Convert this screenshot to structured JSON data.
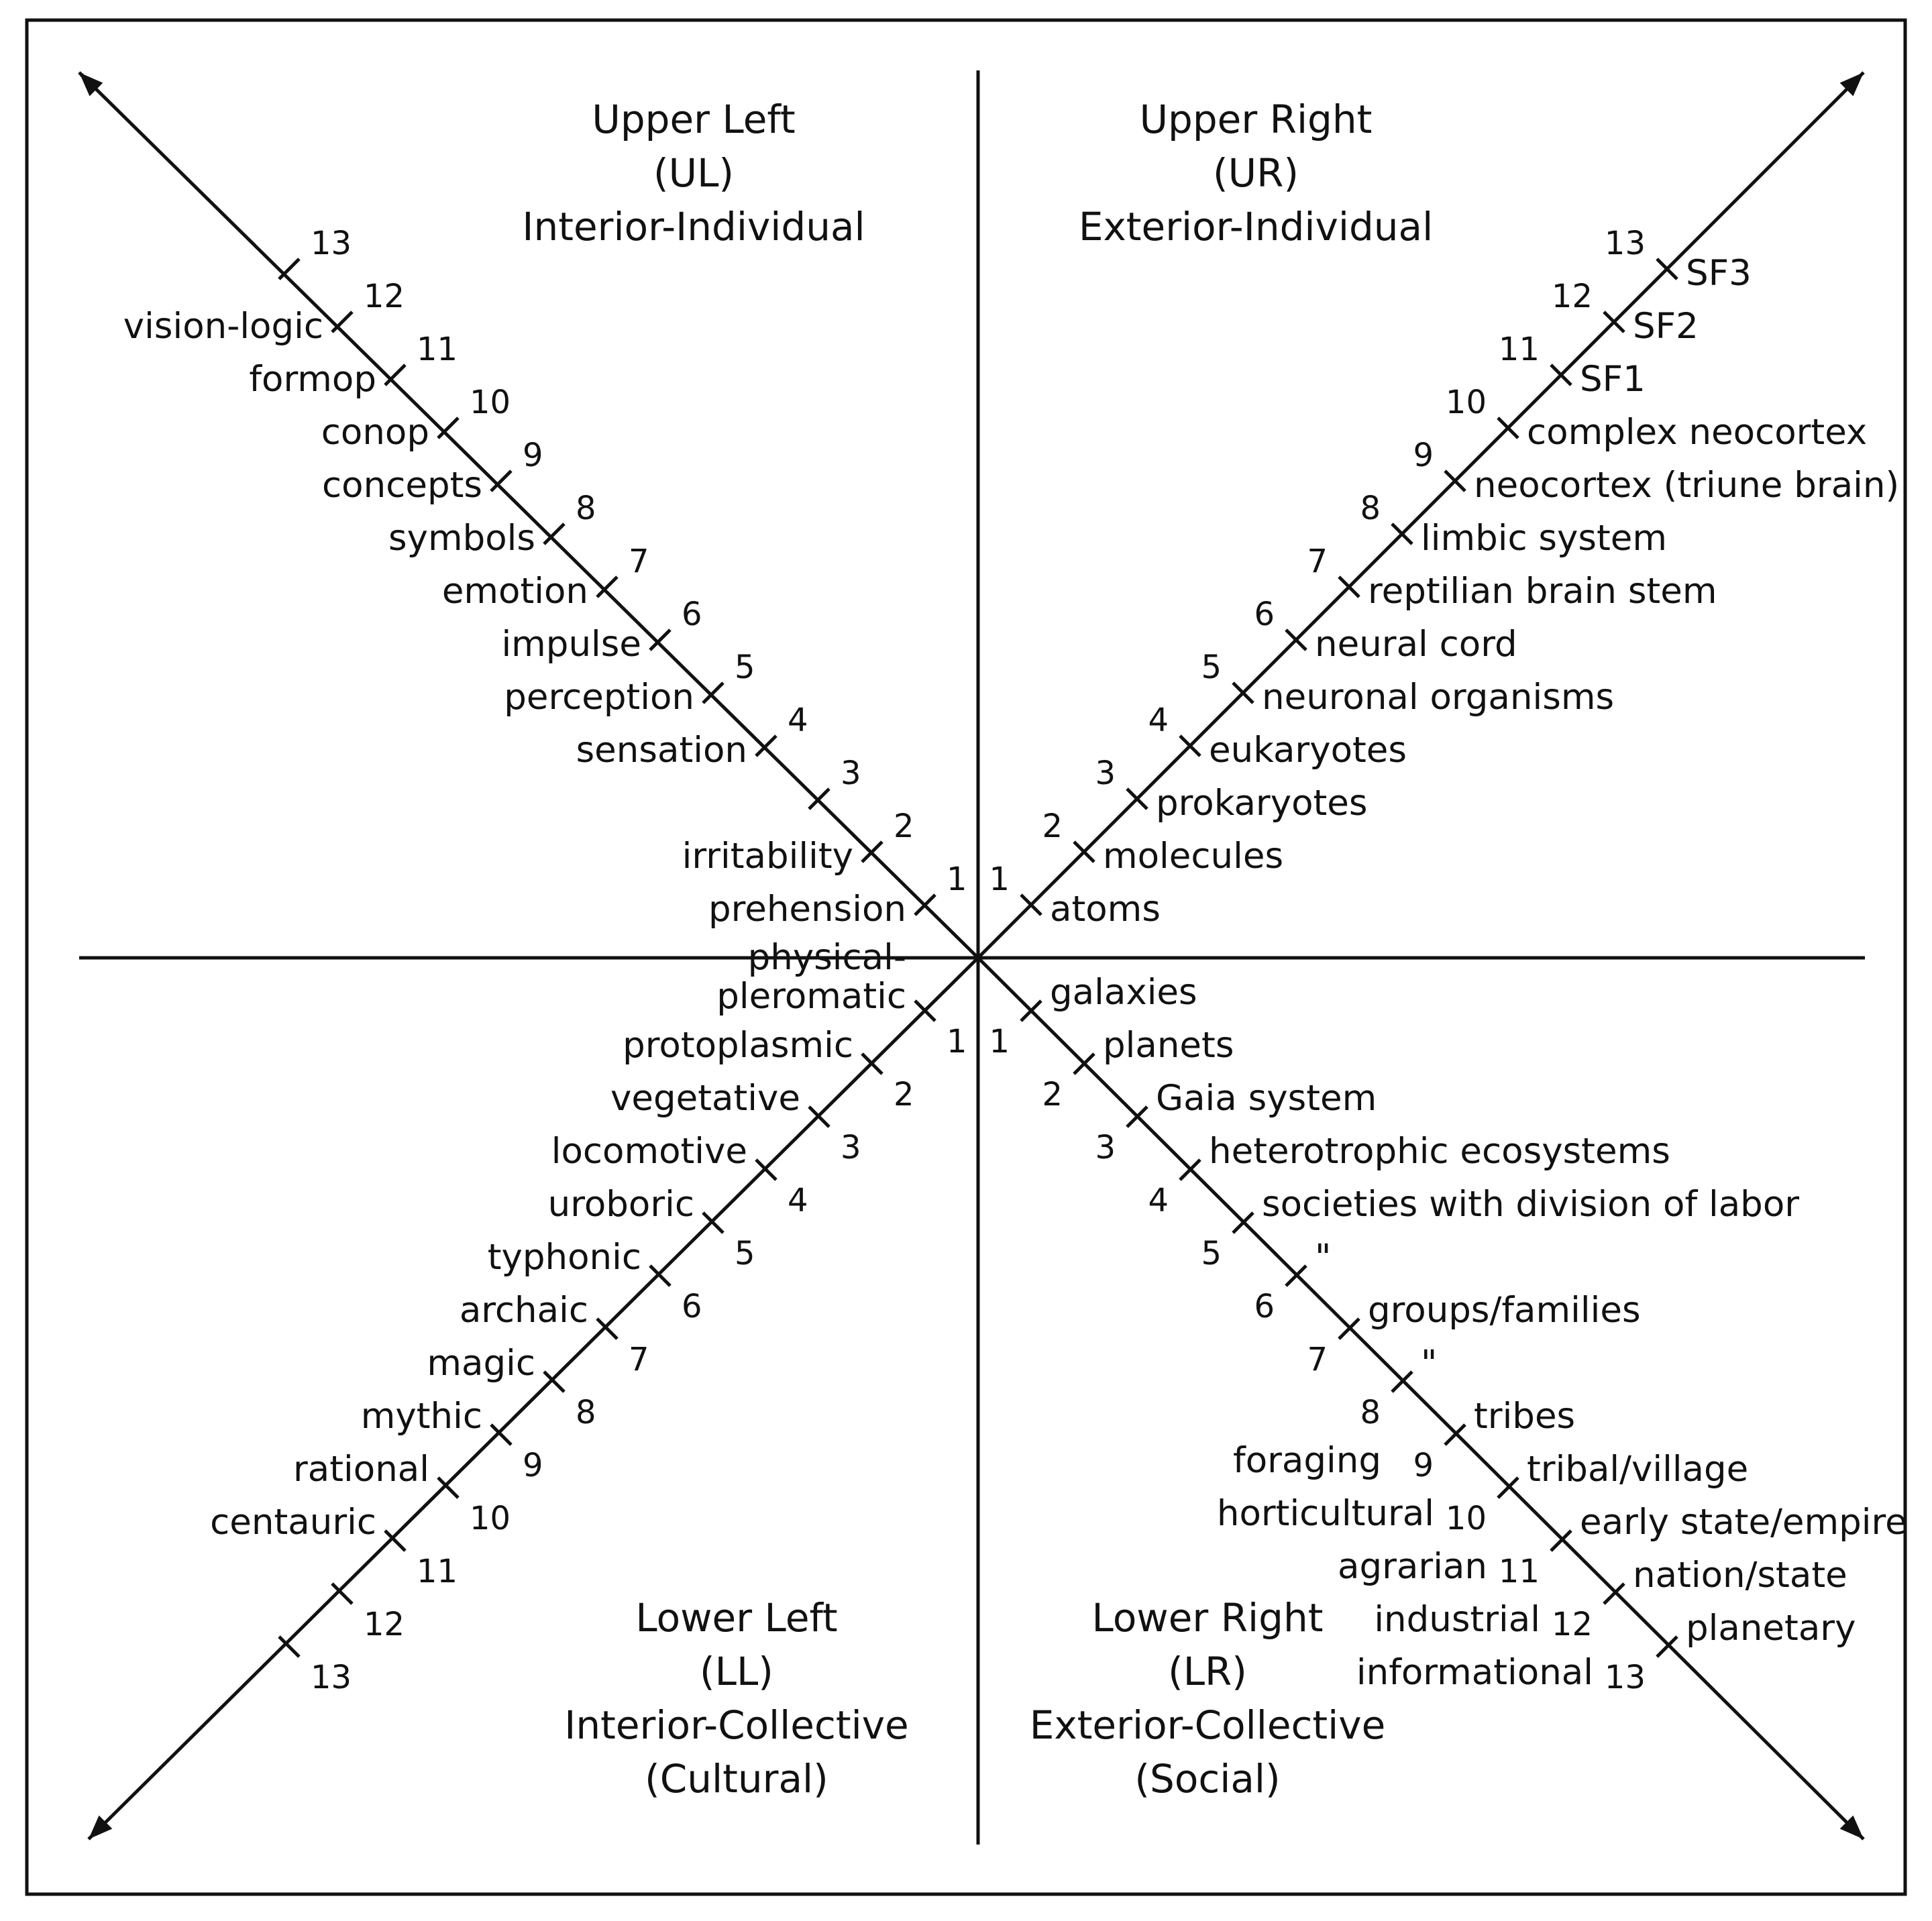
{
  "quadrants": {
    "ul": {
      "name": "Upper Left",
      "abbr": "(UL)",
      "desc": "Interior-Individual",
      "sub": ""
    },
    "ur": {
      "name": "Upper Right",
      "abbr": "(UR)",
      "desc": "Exterior-Individual",
      "sub": ""
    },
    "ll": {
      "name": "Lower Left",
      "abbr": "(LL)",
      "desc": "Interior-Collective",
      "sub": "(Cultural)"
    },
    "lr": {
      "name": "Lower Right",
      "abbr": "(LR)",
      "desc": "Exterior-Collective",
      "sub": "(Social)"
    }
  },
  "numbers": [
    "1",
    "2",
    "3",
    "4",
    "5",
    "6",
    "7",
    "8",
    "9",
    "10",
    "11",
    "12",
    "13"
  ],
  "ul_labels": [
    "prehension",
    "irritability",
    "",
    "sensation",
    "perception",
    "impulse",
    "emotion",
    "symbols",
    "concepts",
    "conop",
    "formop",
    "vision-logic",
    ""
  ],
  "ur_labels": [
    "atoms",
    "molecules",
    "prokaryotes",
    "eukaryotes",
    "neuronal organisms",
    "neural cord",
    "reptilian brain stem",
    "limbic system",
    "neocortex (triune brain)",
    "complex neocortex",
    "SF1",
    "SF2",
    "SF3"
  ],
  "ll_labels": [
    "physical-\npleromatic",
    "protoplasmic",
    "vegetative",
    "locomotive",
    "uroboric",
    "typhonic",
    "archaic",
    "magic",
    "mythic",
    "rational",
    "centauric",
    "",
    ""
  ],
  "lr_labels": [
    "galaxies",
    "planets",
    "Gaia system",
    "heterotrophic ecosystems",
    "societies with division of labor",
    "\"",
    "groups/families",
    "\"",
    "tribes",
    "tribal/village",
    "early state/empire",
    "nation/state",
    "planetary"
  ],
  "lr_modes": {
    "9": "foraging",
    "10": "horticultural",
    "11": "agrarian",
    "12": "industrial",
    "13": "informational"
  }
}
